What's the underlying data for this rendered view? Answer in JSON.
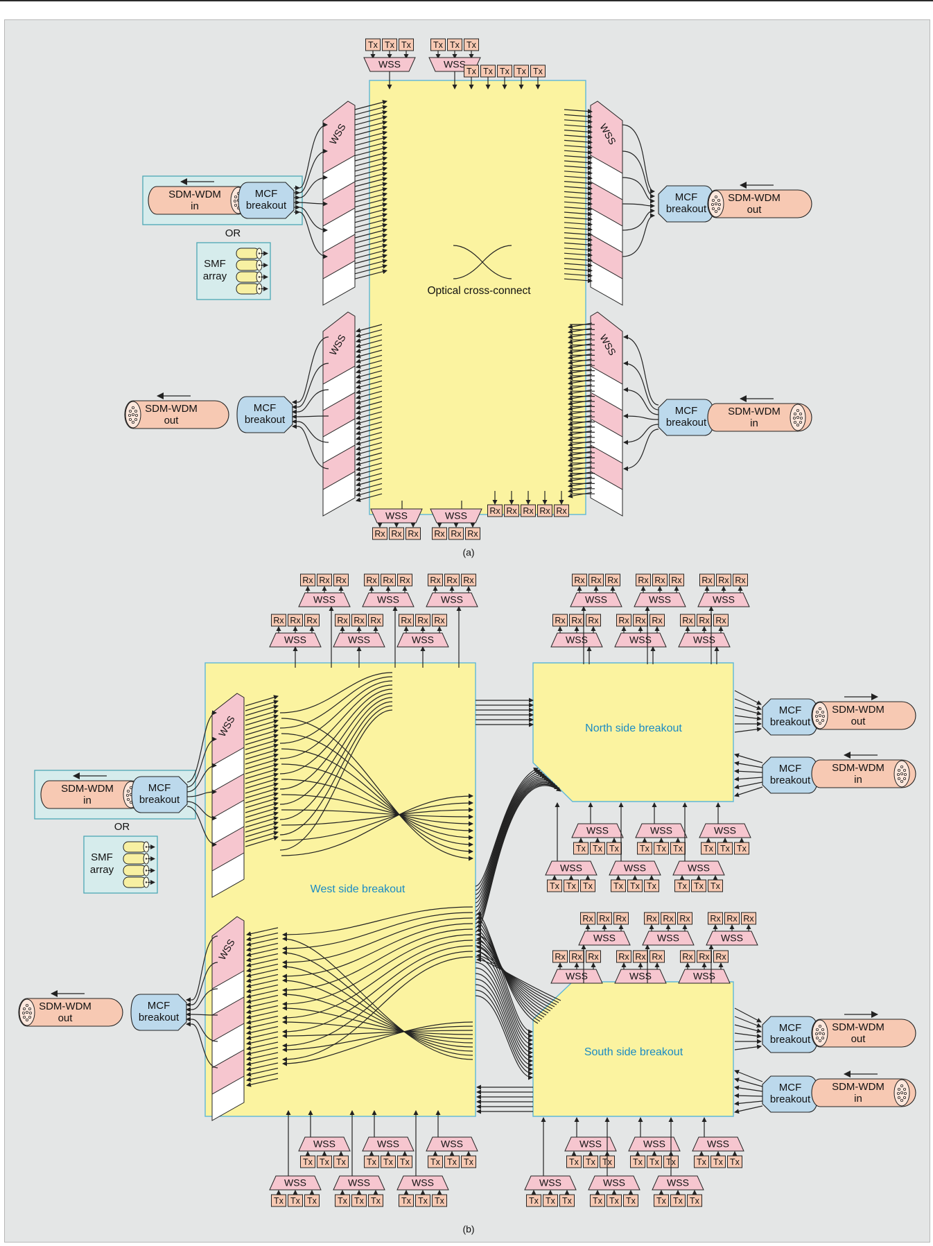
{
  "labels": {
    "tx": "Tx",
    "rx": "Rx",
    "wss": "WSS",
    "mcf": [
      "MCF",
      "breakout"
    ],
    "sdm": "SDM-WDM",
    "in": "in",
    "out": "out",
    "or": "OR",
    "smf": [
      "SMF",
      "array"
    ],
    "ocx": "Optical cross-connect",
    "west": "West side breakout",
    "north": "North side breakout",
    "south": "South side breakout",
    "caption_a": "(a)",
    "caption_b": "(b)"
  },
  "colors": {
    "panel": "#e4e6e6",
    "yellow": "#fbf3a0",
    "yellow_border": "#5eb7d8",
    "pink": "#f6c6cf",
    "salmon": "#f7c9b3",
    "blue": "#bcd9ec",
    "teal_box": "#d6ecec",
    "teal_border": "#4ba7b4",
    "cream": "#f7f0a2",
    "cyan_text": "#1a8bc4",
    "line": "#222222"
  }
}
